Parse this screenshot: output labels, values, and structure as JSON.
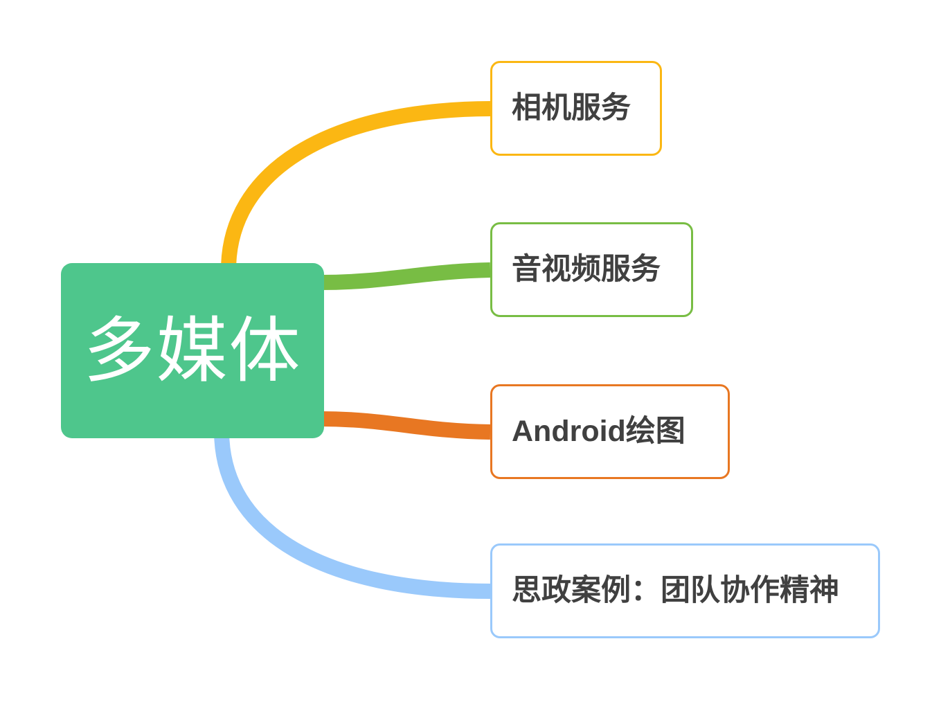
{
  "diagram": {
    "type": "mind-map",
    "orientation": "left-to-right",
    "background_color": "#ffffff",
    "central": {
      "label": "多媒体",
      "fill_color": "#4ec68c",
      "text_color": "#ffffff"
    },
    "branch_text_color": "#404040",
    "branches": [
      {
        "label": "相机服务",
        "color": "#fbb713",
        "connector": "amber-curve-top"
      },
      {
        "label": "音视频服务",
        "color": "#78bd44",
        "connector": "green-curve-upper"
      },
      {
        "label": "Android绘图",
        "color": "#e87722",
        "connector": "orange-curve-lower"
      },
      {
        "label": "思政案例：团队协作精神",
        "color": "#9ac9fb",
        "connector": "blue-curve-bottom"
      }
    ]
  }
}
